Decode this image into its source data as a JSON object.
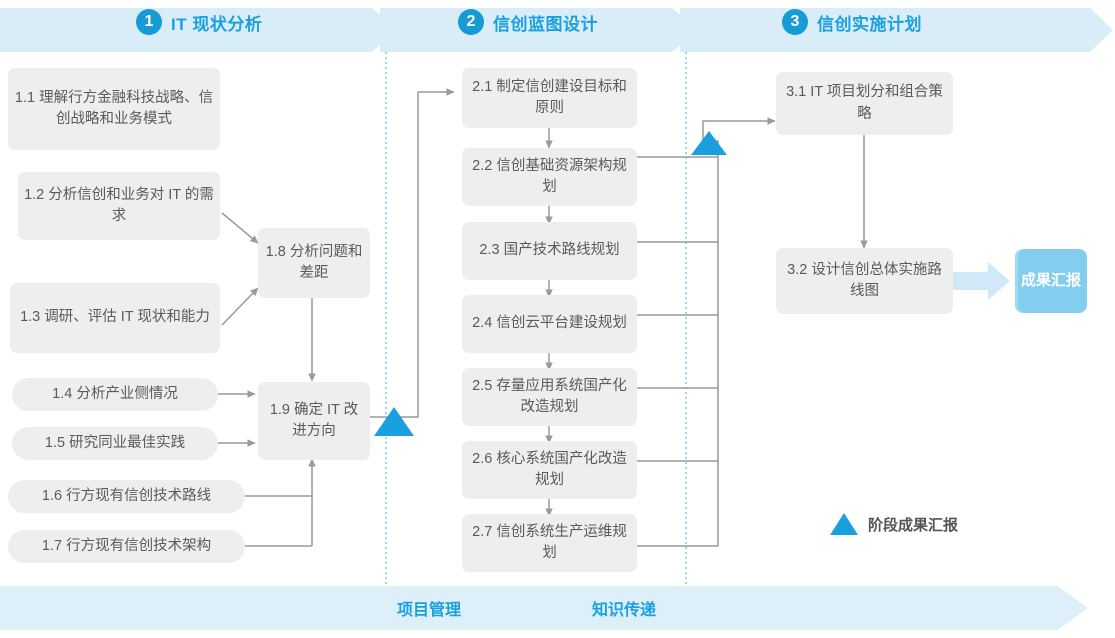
{
  "phases": [
    {
      "num": "1",
      "title": "IT 现状分析"
    },
    {
      "num": "2",
      "title": "信创蓝图设计"
    },
    {
      "num": "3",
      "title": "信创实施计划"
    }
  ],
  "colors": {
    "band": "#d9edf9",
    "accent": "#1aa0e0",
    "box_fill": "#eeeeee",
    "box_text": "#5a5a5a",
    "result_fill": "#83cdef",
    "connector": "#9a9a9a",
    "divider": "#7fc9e8"
  },
  "boxes": {
    "b11": "1.1 理解行方金融科技战略、信创战略和业务模式",
    "b12": "1.2 分析信创和业务对 IT 的需求",
    "b13": "1.3 调研、评估 IT 现状和能力",
    "b14": "1.4 分析产业侧情况",
    "b15": "1.5 研究同业最佳实践",
    "b16": "1.6 行方现有信创技术路线",
    "b17": "1.7 行方现有信创技术架构",
    "b18": "1.8 分析问题和差距",
    "b19": "1.9 确定 IT 改进方向",
    "b21": "2.1 制定信创建设目标和原则",
    "b22": "2.2 信创基础资源架构规划",
    "b23": "2.3 国产技术路线规划",
    "b24": "2.4 信创云平台建设规划",
    "b25": "2.5 存量应用系统国产化改造规划",
    "b26": "2.6 核心系统国产化改造规划",
    "b27": "2.7 信创系统生产运维规划",
    "b31": "3.1 IT 项目划分和组合策略",
    "b32": "3.2 设计信创总体实施路线图",
    "result": "成果汇报"
  },
  "legend": {
    "label": "阶段成果汇报"
  },
  "bottom": {
    "left": "项目管理",
    "right": "知识传递"
  }
}
